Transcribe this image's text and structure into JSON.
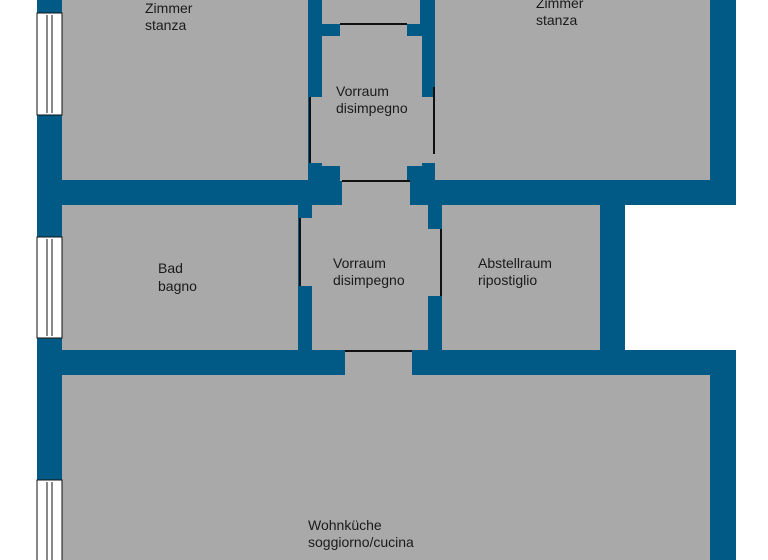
{
  "colors": {
    "wall": "#005a85",
    "floor": "#a9a9a9",
    "window": "#ffffff",
    "door_line": "#111111",
    "background": "#ffffff"
  },
  "rooms": [
    {
      "id": "zimmer-left",
      "label_de": "Zimmer",
      "label_it": "stanza"
    },
    {
      "id": "zimmer-right",
      "label_de": "Zimmer",
      "label_it": "stanza"
    },
    {
      "id": "vorraum-top",
      "label_de": "Vorraum",
      "label_it": "disimpegno"
    },
    {
      "id": "bad",
      "label_de": "Bad",
      "label_it": "bagno"
    },
    {
      "id": "vorraum-middle",
      "label_de": "Vorraum",
      "label_it": "disimpegno"
    },
    {
      "id": "abstellraum",
      "label_de": "Abstellraum",
      "label_it": "ripostiglio"
    },
    {
      "id": "wohnkueche",
      "label_de": "Wohnküche",
      "label_it": "soggiorno/cucina"
    }
  ]
}
